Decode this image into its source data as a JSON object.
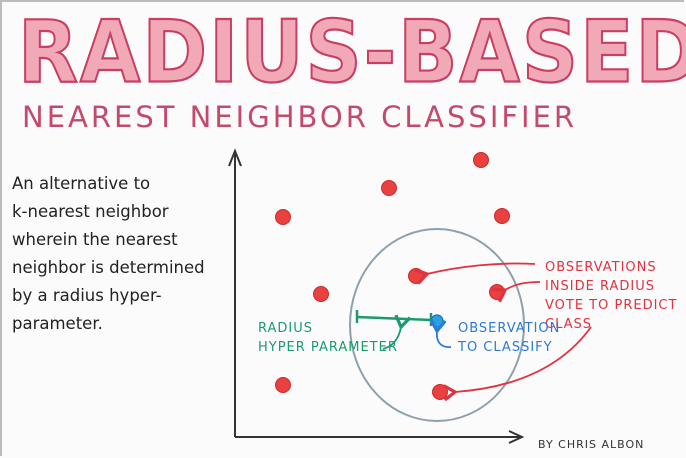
{
  "title": "RADIUS-BASED",
  "subtitle": "NEAREST NEIGHBOR CLASSIFIER",
  "description": [
    "An alternative to",
    "k-nearest neighbor",
    "wherein the nearest",
    "neighbor is determined",
    "by a radius hyper-",
    "parameter."
  ],
  "annotations": {
    "observations_inside": [
      "OBSERVATIONS",
      "INSIDE RADIUS",
      "VOTE TO PREDICT",
      "CLASS"
    ],
    "radius_hyperparameter": [
      "RADIUS",
      "HYPER PARAMETER"
    ],
    "observation_to_classify": [
      "OBSERVATION",
      "TO CLASSIFY"
    ]
  },
  "credit": "BY CHRIS ALBON",
  "colors": {
    "title_fill": "#f1a9b8",
    "title_stroke": "#c93e63",
    "observation": "#e8413f",
    "query": "#29a3e0",
    "radius": "#1a9b6c",
    "circle": "#8fa0ad",
    "annotation_red": "#e0323f",
    "annotation_blue": "#2a7ad8"
  }
}
